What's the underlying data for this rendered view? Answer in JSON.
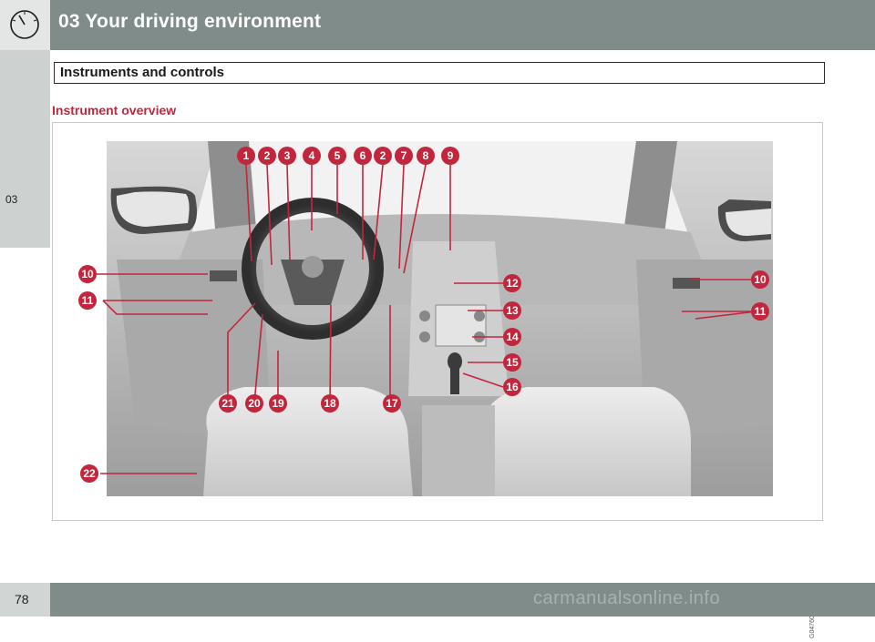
{
  "header": {
    "title": "03 Your driving environment",
    "icon": "speedometer-icon"
  },
  "side_tab": {
    "chapter": "03"
  },
  "section": {
    "title": "Instruments and controls"
  },
  "subheading": "Instrument overview",
  "figure": {
    "code": "G047604",
    "callouts": [
      "1",
      "2",
      "3",
      "4",
      "5",
      "6",
      "2",
      "7",
      "8",
      "9",
      "10",
      "11",
      "12",
      "13",
      "14",
      "15",
      "16",
      "17",
      "18",
      "19",
      "20",
      "21",
      "22",
      "10",
      "11"
    ]
  },
  "footer": {
    "page_number": "78",
    "watermark": "carmanualsonline.info"
  },
  "colors": {
    "header_bg": "#7f8c8a",
    "accent": "#c2263d",
    "tab_bg": "#cdd2d1"
  }
}
